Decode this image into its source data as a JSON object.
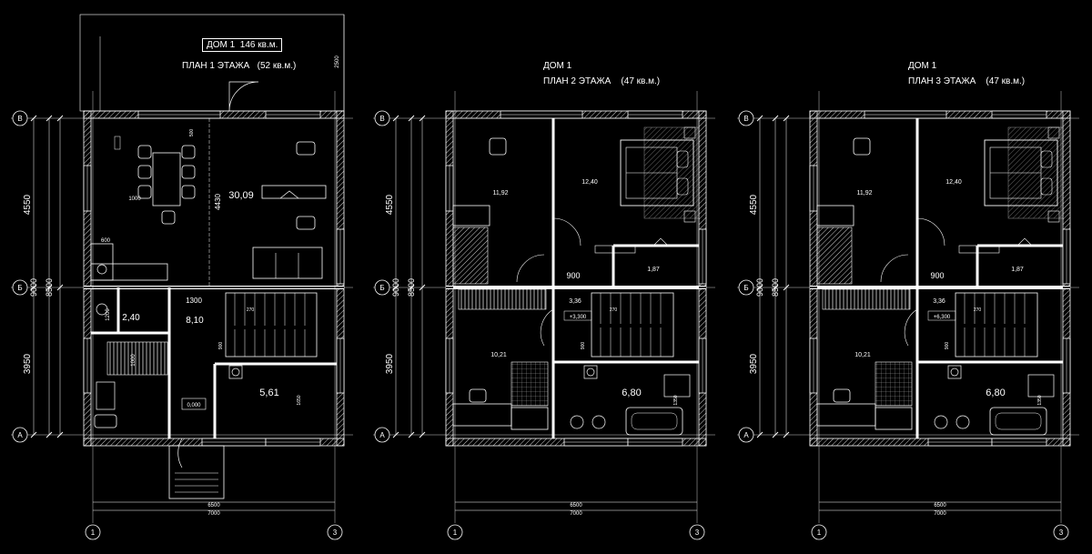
{
  "plans": [
    {
      "id": "floor1",
      "house": "ДОМ 1",
      "house_area": "146 кв.м.",
      "plan": "ПЛАН 1 ЭТАЖА",
      "plan_area": "(52 кв.м.)",
      "grid_rows": [
        "В",
        "Б",
        "А"
      ],
      "grid_cols": [
        "1",
        "3"
      ],
      "dim_left": [
        "4550",
        "9000",
        "8500",
        "3950"
      ],
      "dim_bottom": [
        "6500",
        "7000"
      ],
      "rooms": [
        {
          "area": "30,09"
        },
        {
          "area": "2,40"
        },
        {
          "area": "8,10"
        },
        {
          "area": "5,61"
        }
      ],
      "notes": [
        "500",
        "1000",
        "4430",
        "600",
        "1300",
        "1200",
        "1000",
        "900",
        "270",
        "0,000",
        "1650",
        "2500"
      ]
    },
    {
      "id": "floor2",
      "house": "ДОМ 1",
      "plan": "ПЛАН 2 ЭТАЖА",
      "plan_area": "(47 кв.м.)",
      "grid_rows": [
        "В",
        "Б",
        "А"
      ],
      "grid_cols": [
        "1",
        "3"
      ],
      "dim_left": [
        "4550",
        "9000",
        "8500",
        "3950"
      ],
      "dim_bottom": [
        "6500",
        "7000"
      ],
      "rooms": [
        {
          "area": "11,92"
        },
        {
          "area": "12,40"
        },
        {
          "area": "1,87"
        },
        {
          "area": "3,36"
        },
        {
          "area": "10,21"
        },
        {
          "area": "6,80"
        }
      ],
      "notes": [
        "900",
        "+3,300",
        "270",
        "900",
        "1350"
      ]
    },
    {
      "id": "floor3",
      "house": "ДОМ 1",
      "plan": "ПЛАН 3 ЭТАЖА",
      "plan_area": "(47 кв.м.)",
      "grid_rows": [
        "В",
        "Б",
        "А"
      ],
      "grid_cols": [
        "1",
        "3"
      ],
      "dim_left": [
        "4550",
        "9000",
        "8500",
        "3950"
      ],
      "dim_bottom": [
        "6500",
        "7000"
      ],
      "rooms": [
        {
          "area": "11,92"
        },
        {
          "area": "12,40"
        },
        {
          "area": "1,87"
        },
        {
          "area": "3,36"
        },
        {
          "area": "10,21"
        },
        {
          "area": "6,80"
        }
      ],
      "notes": [
        "900",
        "+6,300",
        "270",
        "900",
        "1350"
      ]
    }
  ],
  "colors": {
    "background": "#000000",
    "lines": "#ffffff",
    "hatch": "#cfcfcf"
  }
}
